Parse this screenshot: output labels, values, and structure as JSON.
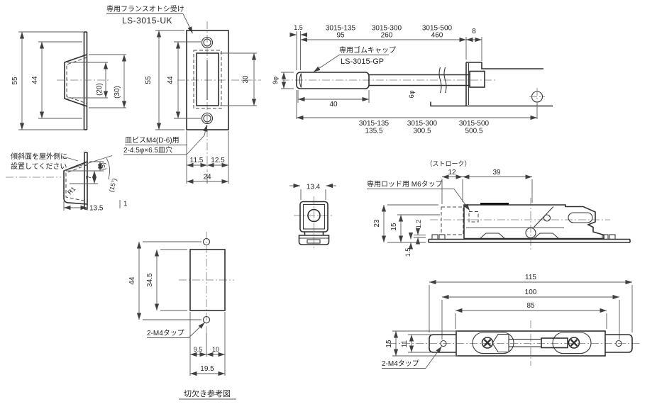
{
  "drawing": {
    "background": "#ffffff",
    "outline_color": "#2e2e2e",
    "dim_color": "#5a5a5a",
    "receiver_front": {
      "part_label": "専用フランスオトシ受け",
      "part_no": "LS-3015-UK",
      "dim_h_outer": "55",
      "dim_h_holes": "44",
      "dim_h_slot": "30",
      "screw_note_1": "皿ビスM4(D-6)用",
      "screw_note_2": "2-4.5φ×6.5皿穴",
      "dim_w_left": "11.5",
      "dim_w_right": "12.5",
      "dim_w_total": "24"
    },
    "receiver_side": {
      "dim_h_outer": "55",
      "dim_h_inner": "44",
      "dim_d_straight": "(20)",
      "dim_d_total": "(30)"
    },
    "slope_detail": {
      "note_1": "傾斜面を屋外側に",
      "note_2": "設置してください",
      "dim_drop": "(5)",
      "dim_offset": "7",
      "dim_angle": "(15°)",
      "dim_radius": "R1",
      "dim_depth": "13.5",
      "dim_thickness": "1"
    },
    "rod_view": {
      "cap_label": "専用ゴムキャップ",
      "cap_no": "LS-3015-GP",
      "dim_lip": "1.5",
      "dim_8": "8",
      "dim_cap_dia": "9φ",
      "dim_cap_len": "40",
      "dim_rod_dia": "6φ",
      "len_table_top": [
        {
          "model": "3015-135",
          "value": "95"
        },
        {
          "model": "3015-300",
          "value": "260"
        },
        {
          "model": "3015-500",
          "value": "460"
        }
      ],
      "len_table_total": [
        {
          "model": "3015-135",
          "value": "135.5"
        },
        {
          "model": "3015-300",
          "value": "300.5"
        },
        {
          "model": "3015-500",
          "value": "500.5"
        }
      ]
    },
    "end_view": {
      "dim_width": "13.4"
    },
    "body_side_view": {
      "stroke_caption": "（ストローク）",
      "dim_stroke": "12",
      "dim_39": "39",
      "rod_tap_label": "専用ロッド用 M6タップ",
      "dim_h_23": "23",
      "dim_h_15": "15",
      "dim_t_12": "1.2",
      "dim_t_15": "1.5"
    },
    "cutout_view": {
      "dim_h_44": "44",
      "dim_h_345": "34.5",
      "tap_label": "2-M4タップ",
      "dim_w_95": "9.5",
      "dim_w_10": "10",
      "dim_w_total": "19.5",
      "caption": "切欠き参考図"
    },
    "body_top_view": {
      "dim_l_115": "115",
      "dim_l_100": "100",
      "dim_l_85": "85",
      "dim_h_15": "15",
      "dim_h_11": "11",
      "tap_label": "2-M4タップ"
    }
  }
}
